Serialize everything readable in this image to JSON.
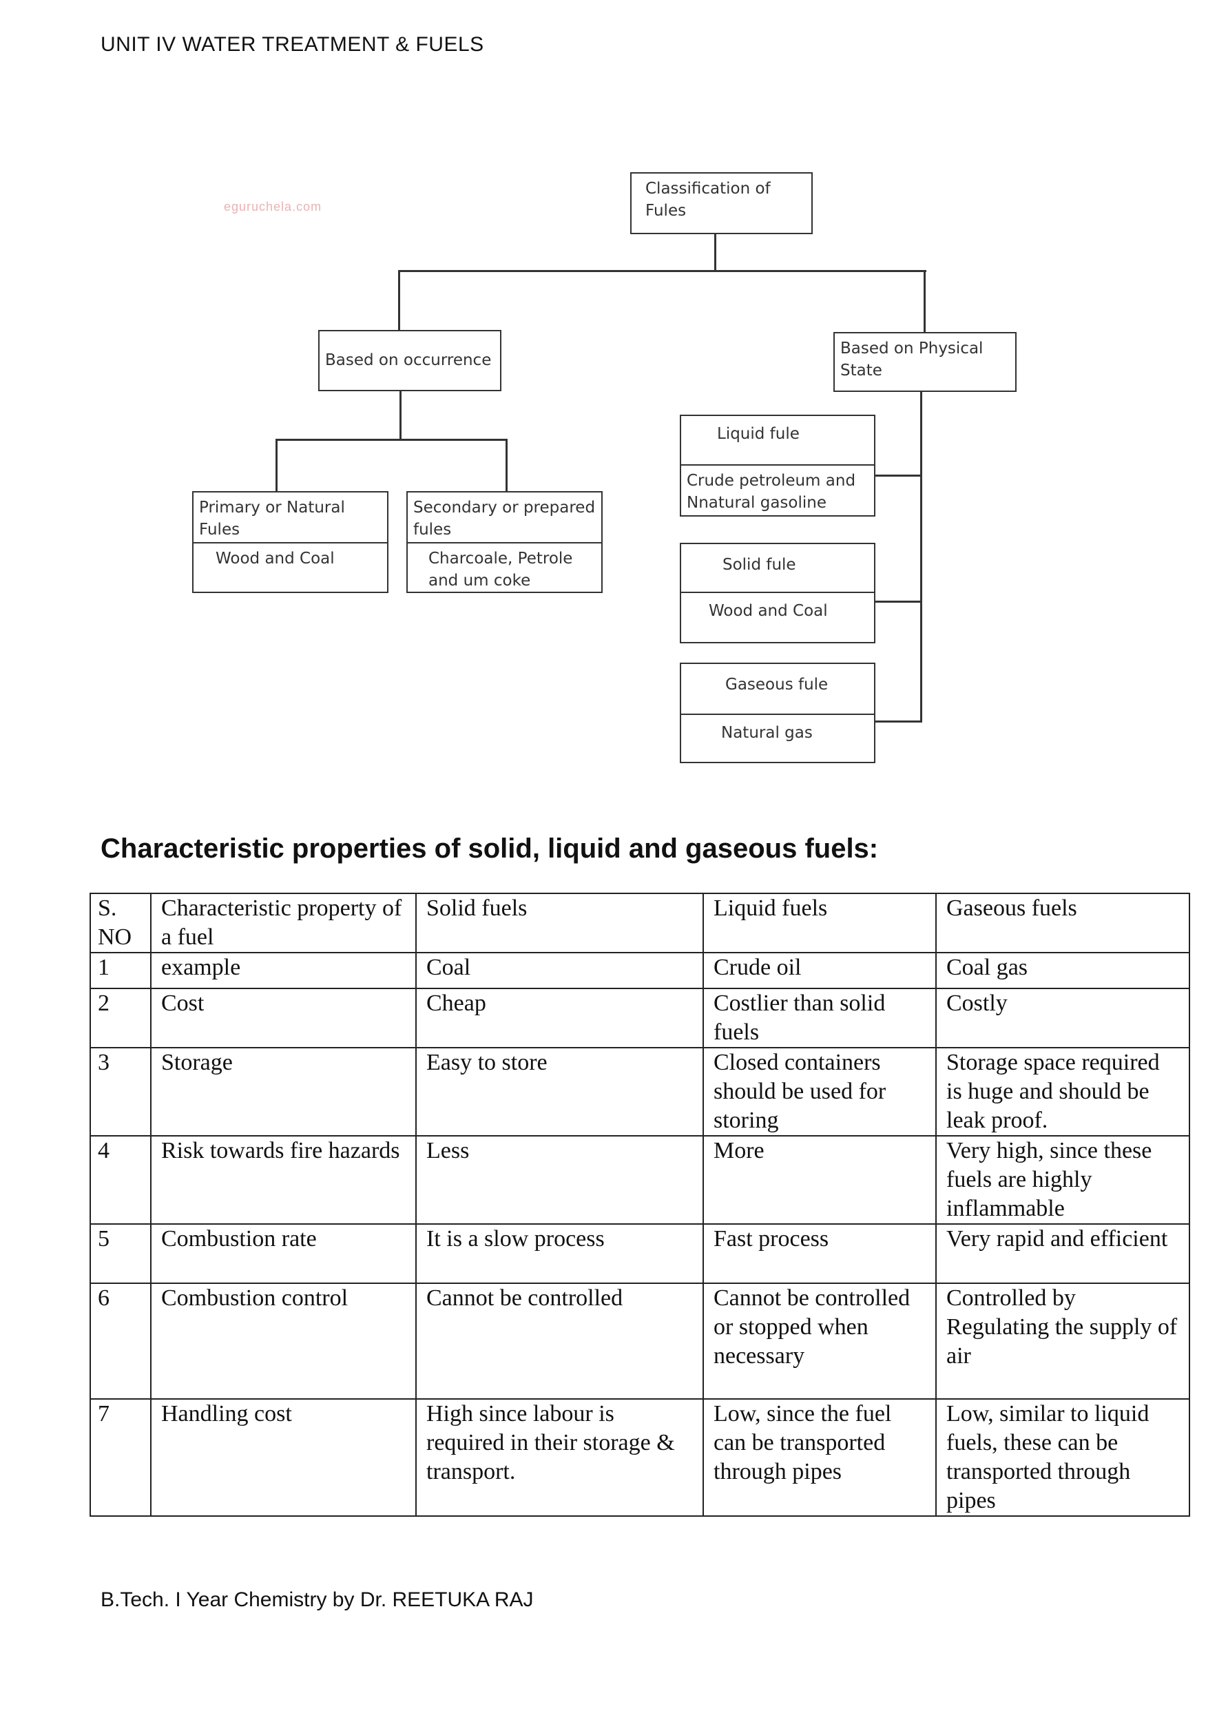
{
  "header": "UNIT IV  WATER TREATMENT & FUELS",
  "footer": "B.Tech. I Year Chemistry by  Dr. REETUKA RAJ",
  "watermark": "eguruchela.com",
  "diagram": {
    "root": "Classification of Fules",
    "occurrence": {
      "label": "Based on occurrence",
      "primary": {
        "title": "Primary or Natural Fules",
        "examples": "Wood and Coal"
      },
      "secondary": {
        "title": "Secondary or prepared fules",
        "examples": "Charcoale, Petrole and um coke"
      }
    },
    "physical": {
      "label": "Based on Physical State",
      "liquid": {
        "title": "Liquid  fule",
        "examples": "Crude petroleum and Nnatural gasoline"
      },
      "solid": {
        "title": "Solid fule",
        "examples": "Wood and Coal"
      },
      "gaseous": {
        "title": "Gaseous fule",
        "examples": "Natural gas"
      }
    }
  },
  "section_title": "Characteristic properties of solid, liquid and gaseous fuels:",
  "table": {
    "headers": [
      "S. NO",
      "Characteristic property of a fuel",
      "Solid fuels",
      "Liquid fuels",
      "Gaseous fuels"
    ],
    "rows": [
      [
        "1",
        "example",
        "Coal",
        "Crude oil",
        "Coal gas"
      ],
      [
        "2",
        "Cost",
        "Cheap",
        "Costlier than solid fuels",
        "Costly"
      ],
      [
        "3",
        "Storage",
        "Easy to store",
        "Closed containers should be used for storing",
        "Storage space required is huge and should be leak proof."
      ],
      [
        "4",
        "Risk towards fire hazards",
        "Less",
        "More",
        "Very high, since these fuels are highly inflammable"
      ],
      [
        "5",
        "Combustion rate",
        "It is a slow process",
        "Fast process",
        "Very rapid and efficient"
      ],
      [
        "6",
        "Combustion control",
        "Cannot be controlled",
        "Cannot be controlled or stopped when necessary",
        "Controlled by Regulating the supply of air"
      ],
      [
        "7",
        "Handling cost",
        "High since labour is required in their storage & transport.",
        "Low, since the fuel can be transported through pipes",
        "Low, similar to liquid fuels, these can be transported through pipes"
      ]
    ]
  }
}
